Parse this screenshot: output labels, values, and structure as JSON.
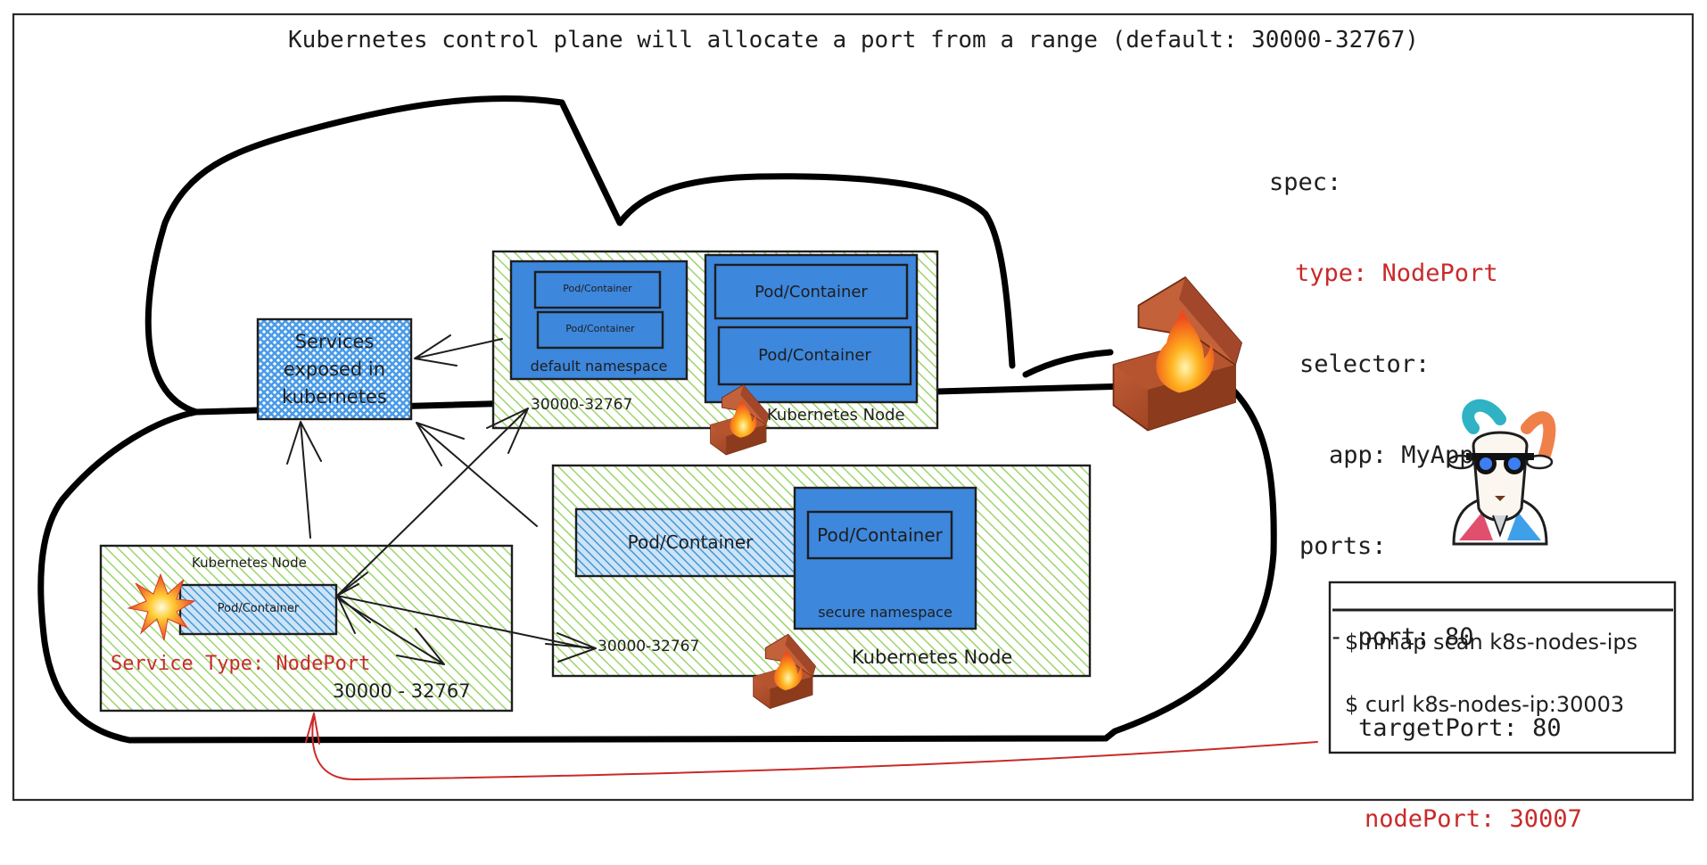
{
  "title": "Kubernetes control plane will allocate a port from a range (default: 30000-32767)",
  "colors": {
    "node_fill_hatch": "#8ad05a",
    "namespace_blue": "#3d87dc",
    "service_hatch": "#4a9be8",
    "pod_hatch": "#3d9ad6",
    "accent_red": "#c92a2a",
    "stroke": "#1e1e1e"
  },
  "yaml": {
    "lines": [
      {
        "indent": 0,
        "text": "spec:",
        "highlight": false
      },
      {
        "indent": 1,
        "text": "type: NodePort",
        "highlight": true
      },
      {
        "indent": 1,
        "text": "selector:",
        "highlight": false
      },
      {
        "indent": 2,
        "text": "app: MyApp",
        "highlight": false
      },
      {
        "indent": 1,
        "text": "ports:",
        "highlight": false
      },
      {
        "indent": 2,
        "text": "- port: 80",
        "highlight": false
      },
      {
        "indent": 3,
        "text": "targetPort: 80",
        "highlight": false
      },
      {
        "indent": 3,
        "text": "nodePort: 30007",
        "highlight": true
      }
    ]
  },
  "services_box": {
    "label_lines": [
      "Services",
      "exposed in",
      "kubernetes"
    ]
  },
  "nodes": [
    {
      "id": "top-node",
      "label": "Kubernetes Node",
      "port_range": "30000-32767",
      "namespaces": [
        {
          "label": "default namespace",
          "pods": [
            "Pod/Container",
            "Pod/Container"
          ]
        },
        {
          "label": "",
          "pods": [
            "Pod/Container",
            "Pod/Container"
          ]
        }
      ],
      "firewall_icon": "brick-fire-icon"
    },
    {
      "id": "right-node",
      "label": "Kubernetes Node",
      "port_range": "30000-32767",
      "standalone_pod": "Pod/Container",
      "namespaces": [
        {
          "label": "secure namespace",
          "pods": [
            "Pod/Container"
          ]
        }
      ],
      "firewall_icon": "brick-fire-icon"
    },
    {
      "id": "bottom-left-node",
      "label": "Kubernetes Node",
      "pod": "Pod/Container",
      "service_type": "Service Type: NodePort",
      "port_range": "30000 - 32767",
      "alert_icon": "collision-icon"
    }
  ],
  "terminal": {
    "commands": [
      "$ nmap scan k8s-nodes-ips",
      "$ curl k8s-nodes-ip:30003"
    ]
  },
  "icons": {
    "firewall_large": "brick-fire-icon",
    "mascot": "goat-mascot-icon"
  }
}
